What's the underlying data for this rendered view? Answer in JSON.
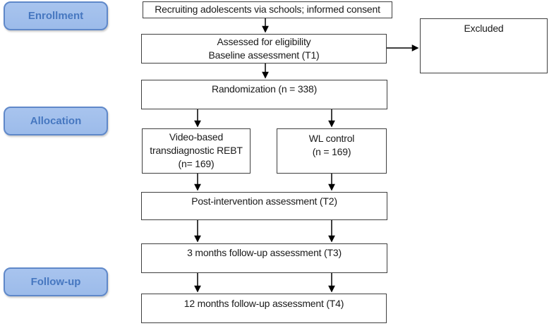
{
  "diagram": {
    "stages": {
      "enrollment": "Enrollment",
      "allocation": "Allocation",
      "followup": "Follow-up"
    },
    "boxes": {
      "recruiting": "Recruiting adolescents via schools; informed consent",
      "eligibility": {
        "line1": "Assessed for eligibility",
        "line2": "Baseline assessment (T1)"
      },
      "excluded": "Excluded",
      "randomization": "Randomization (n = 338)",
      "intervention": {
        "line1": "Video-based",
        "line2": "transdiagnostic REBT",
        "line3": "(n= 169)"
      },
      "control": {
        "line1": "WL control",
        "line2": "(n = 169)"
      },
      "post_intervention": "Post-intervention assessment (T2)",
      "followup_3m": "3 months follow-up assessment (T3)",
      "followup_12m": "12 months follow-up assessment (T4)"
    },
    "colors": {
      "stage_fill": "#a8c4ee",
      "stage_fill_dark": "#9cbbea",
      "stage_border": "#5f88c9",
      "stage_text": "#4677c0",
      "box_border": "#3f3f3f",
      "box_fill": "#ffffff",
      "arrow": "#000000",
      "text": "#1a1a1a"
    }
  }
}
